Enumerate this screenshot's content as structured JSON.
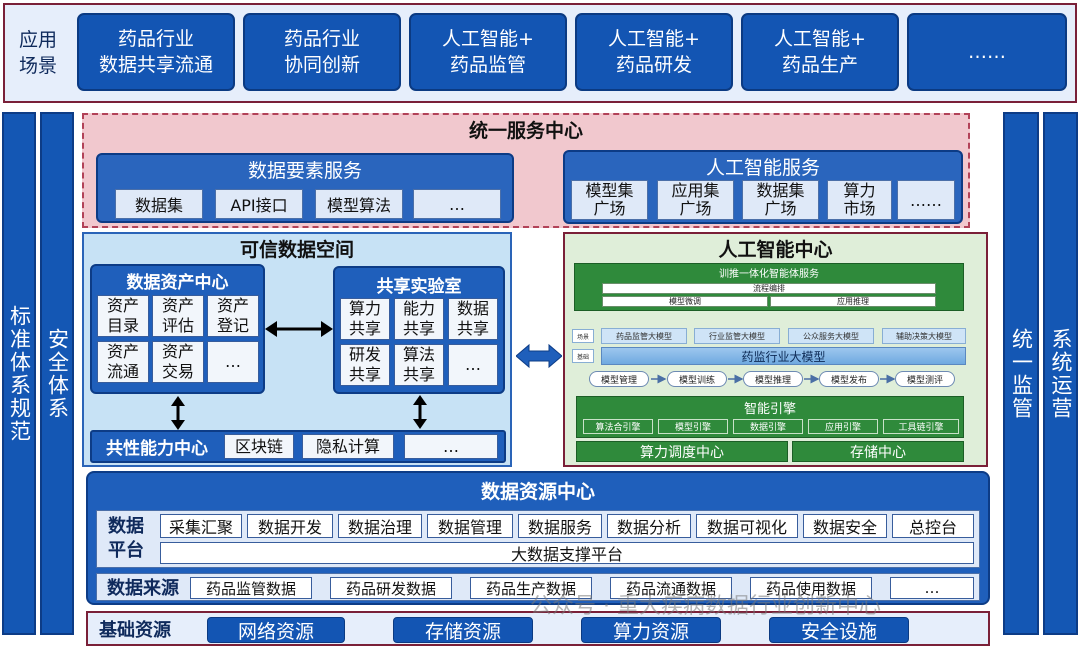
{
  "scene": {
    "label_line1": "应用",
    "label_line2": "场景",
    "items": [
      {
        "l1": "药品行业",
        "l2": "数据共享流通"
      },
      {
        "l1": "药品行业",
        "l2": "协同创新"
      },
      {
        "l1": "人工智能+",
        "l2": "药品监管"
      },
      {
        "l1": "人工智能+",
        "l2": "药品研发"
      },
      {
        "l1": "人工智能+",
        "l2": "药品生产"
      },
      {
        "l1": "……",
        "l2": ""
      }
    ]
  },
  "left_cols": {
    "standards": "标准体系规范",
    "security": "安全体系"
  },
  "right_cols": {
    "supervision": "统一监管",
    "operation": "系统运营"
  },
  "service_center": {
    "title": "统一服务中心",
    "data_service": {
      "title": "数据要素服务",
      "items": [
        "数据集",
        "API接口",
        "模型算法",
        "…"
      ]
    },
    "ai_service": {
      "title": "人工智能服务",
      "items": [
        {
          "l1": "模型集",
          "l2": "广场"
        },
        {
          "l1": "应用集",
          "l2": "广场"
        },
        {
          "l1": "数据集",
          "l2": "广场"
        },
        {
          "l1": "算力",
          "l2": "市场"
        },
        {
          "l1": "……",
          "l2": ""
        }
      ]
    }
  },
  "trusted_space": {
    "title": "可信数据空间",
    "asset_center": {
      "title": "数据资产中心",
      "cells": [
        {
          "l1": "资产",
          "l2": "目录"
        },
        {
          "l1": "资产",
          "l2": "评估"
        },
        {
          "l1": "资产",
          "l2": "登记"
        },
        {
          "l1": "资产",
          "l2": "流通"
        },
        {
          "l1": "资产",
          "l2": "交易"
        },
        {
          "l1": "…",
          "l2": ""
        }
      ]
    },
    "lab": {
      "title": "共享实验室",
      "cells": [
        {
          "l1": "算力",
          "l2": "共享"
        },
        {
          "l1": "能力",
          "l2": "共享"
        },
        {
          "l1": "数据",
          "l2": "共享"
        },
        {
          "l1": "研发",
          "l2": "共享"
        },
        {
          "l1": "算法",
          "l2": "共享"
        },
        {
          "l1": "…",
          "l2": ""
        }
      ]
    },
    "common": {
      "title": "共性能力中心",
      "items": [
        "区块链",
        "隐私计算",
        "…"
      ]
    }
  },
  "ai_center": {
    "title": "人工智能中心",
    "train_service": {
      "title": "训推一体化智能体服务",
      "flow": "流程编排",
      "finetune": "模型微调",
      "inference": "应用推理"
    },
    "side_labels": [
      "场景",
      "基础"
    ],
    "scene_models": [
      "药品监管大模型",
      "行业监管大模型",
      "公众服务大模型",
      "辅助决策大模型"
    ],
    "big_model": "药监行业大模型",
    "steps": [
      "模型管理",
      "模型训练",
      "模型推理",
      "模型发布",
      "模型测评"
    ],
    "engine": {
      "title": "智能引擎",
      "items": [
        "算法合引擎",
        "模型引擎",
        "数据引擎",
        "应用引擎",
        "工具链引擎"
      ]
    },
    "compute": "算力调度中心",
    "storage": "存储中心"
  },
  "data_resource": {
    "title": "数据资源中心",
    "platform_label_l1": "数据",
    "platform_label_l2": "平台",
    "platform_items": [
      "采集汇聚",
      "数据开发",
      "数据治理",
      "数据管理",
      "数据服务",
      "数据分析",
      "数据可视化",
      "数据安全",
      "总控台"
    ],
    "bigdata": "大数据支撑平台",
    "source_label": "数据来源",
    "source_items": [
      "药品监管数据",
      "药品研发数据",
      "药品生产数据",
      "药品流通数据",
      "药品使用数据",
      "…"
    ]
  },
  "base": {
    "label": "基础资源",
    "items": [
      "网络资源",
      "存储资源",
      "算力资源",
      "安全设施"
    ]
  },
  "watermark": "公众号 · 重大疾病数据行业创新中心"
}
